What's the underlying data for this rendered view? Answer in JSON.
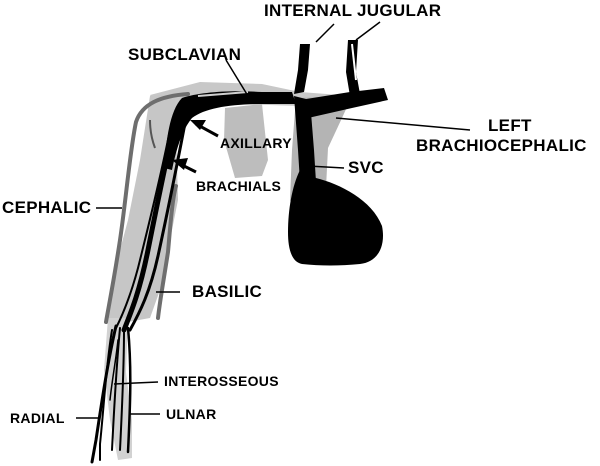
{
  "labels": {
    "internal_jugular": "INTERNAL  JUGULAR",
    "subclavian": "SUBCLAVIAN",
    "axillary": "AXILLARY",
    "brachials": "BRACHIALS",
    "left_brachiocephalic_line1": "LEFT",
    "left_brachiocephalic_line2": "BRACHIOCEPHALIC",
    "svc": "SVC",
    "cephalic": "CEPHALIC",
    "basilic": "BASILIC",
    "interosseous": "INTEROSSEOUS",
    "radial": "RADIAL",
    "ulnar": "ULNAR"
  },
  "colors": {
    "background": "#ffffff",
    "vein": "#000000",
    "bone_light": "#c8c8c8",
    "bone_mid": "#a8a8a8",
    "superficial_vein": "#6e6e6e",
    "heart": "#000000"
  }
}
